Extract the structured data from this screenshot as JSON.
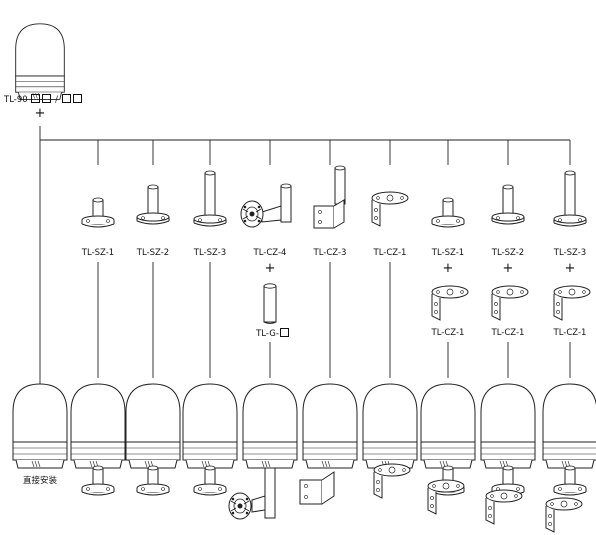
{
  "header": {
    "model_label": "TL-90",
    "model_slash": "/"
  },
  "symbols": {
    "plus": "+"
  },
  "mounts": {
    "top_row": [
      "TL-SZ-1",
      "TL-SZ-2",
      "TL-SZ-3",
      "TL-CZ-4",
      "TL-CZ-3",
      "TL-CZ-1",
      "TL-SZ-1",
      "TL-SZ-2",
      "TL-SZ-3"
    ],
    "pole_label": "TL-G-",
    "bracket_row": [
      "TL-CZ-1",
      "TL-CZ-1",
      "TL-CZ-1"
    ]
  },
  "bottom": {
    "direct_label": "直接安装"
  }
}
